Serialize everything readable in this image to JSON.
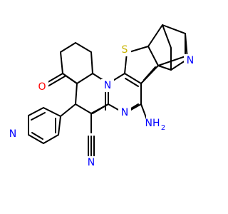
{
  "molecule": {
    "atom_labels": {
      "carbonyl_oxygen": "O",
      "sulfur": "S",
      "bridge_nitrogen": "N",
      "ring_nitrogen_fused": "N",
      "ring_nitrogen_imine": "N",
      "amino": "NH",
      "amino_h": "2",
      "nitrile_nitrogen": "N",
      "pyridine_nitrogen": "N"
    },
    "colors": {
      "bond": "#000000",
      "oxygen": "#ff0000",
      "sulfur": "#c8b400",
      "nitrogen": "#0000ff"
    }
  }
}
